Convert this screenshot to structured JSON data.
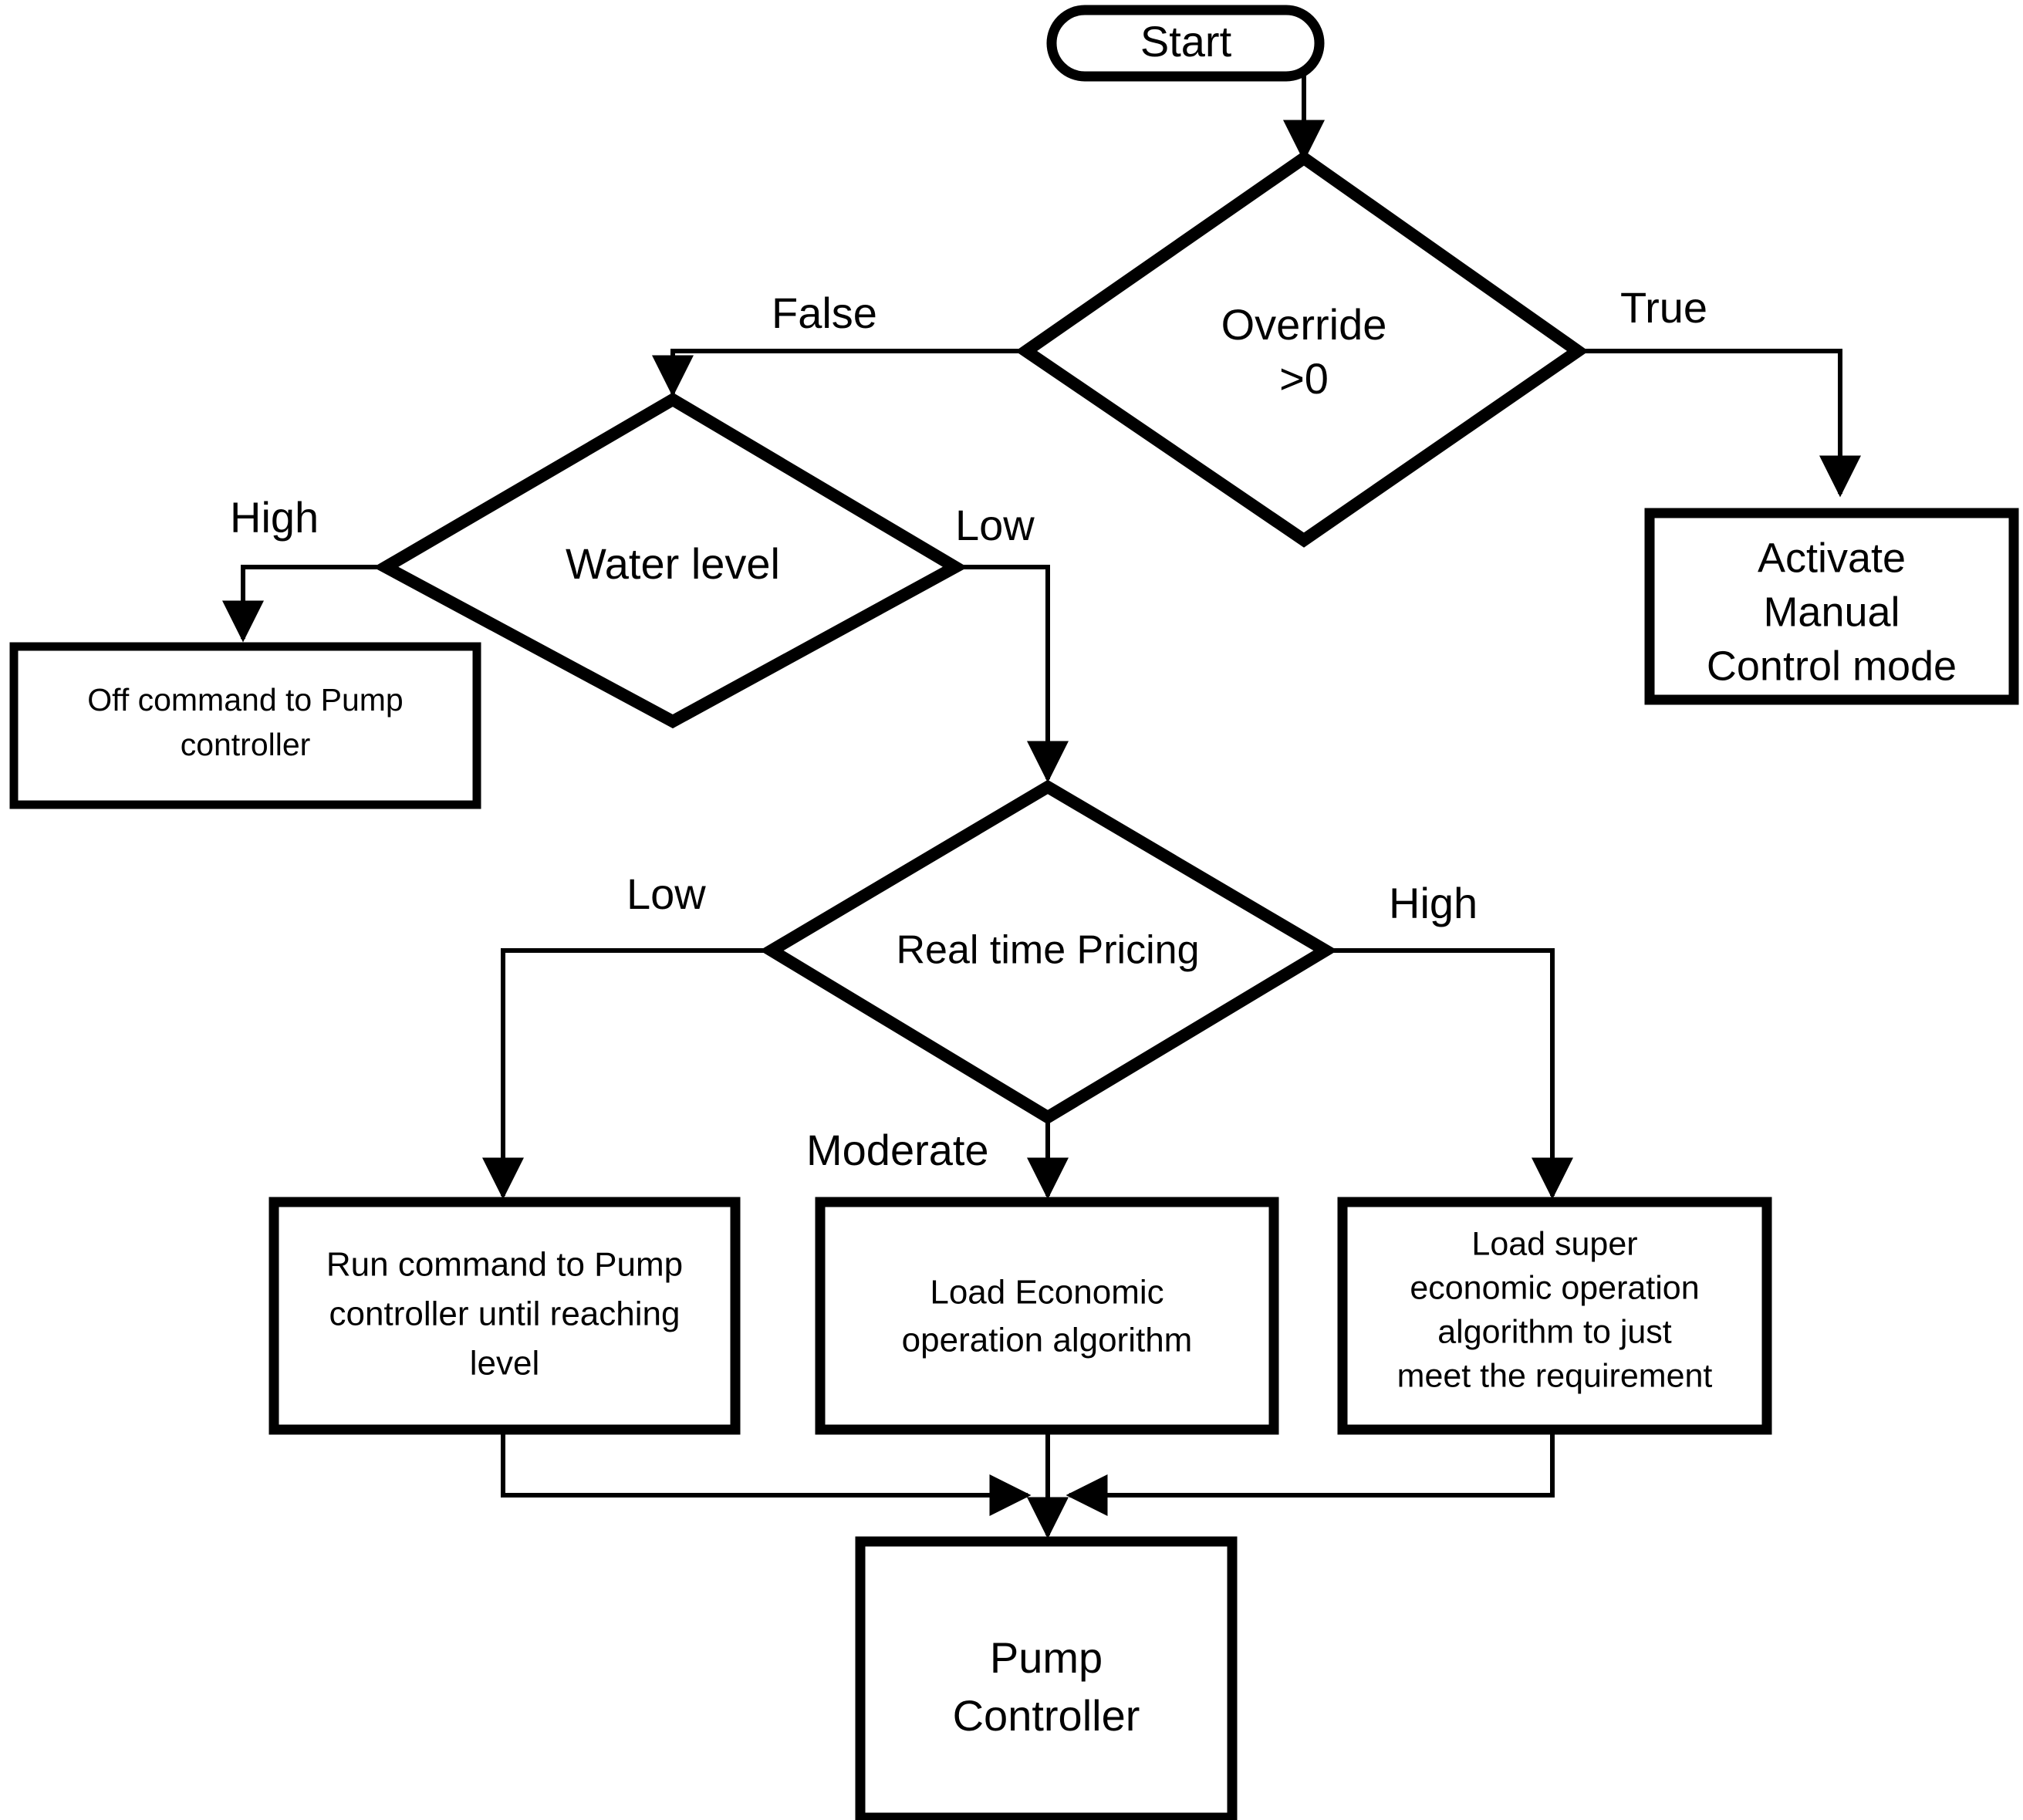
{
  "diagram": {
    "title": "Pump control decision flowchart",
    "colors": {
      "stroke": "#000000",
      "fill": "#ffffff",
      "text": "#000000"
    },
    "nodes": {
      "start": {
        "label": "Start",
        "shape": "terminator"
      },
      "override": {
        "label_line1": "Override",
        "label_line2": ">0",
        "shape": "decision"
      },
      "manual": {
        "label_line1": "Activate",
        "label_line2": "Manual",
        "label_line3": "Control mode",
        "shape": "process"
      },
      "waterlevel": {
        "label": "Water level",
        "shape": "decision"
      },
      "offcommand": {
        "label_line1": "Off command to Pump",
        "label_line2": "controller",
        "shape": "process"
      },
      "pricing": {
        "label": "Real time Pricing",
        "shape": "decision"
      },
      "runcommand": {
        "label_line1": "Run command to Pump",
        "label_line2": "controller until reaching",
        "label_line3": "level",
        "shape": "process"
      },
      "economic": {
        "label_line1": "Load Economic",
        "label_line2": "operation algorithm",
        "shape": "process"
      },
      "supereconomic": {
        "label_line1": "Load super",
        "label_line2": "economic operation",
        "label_line3": "algorithm to just",
        "label_line4": "meet the requirement",
        "shape": "process"
      },
      "pumpcontroller": {
        "label_line1": "Pump",
        "label_line2": "Controller",
        "shape": "process"
      }
    },
    "edge_labels": {
      "override_false": "False",
      "override_true": "True",
      "waterlevel_high": "High",
      "waterlevel_low": "Low",
      "pricing_low": "Low",
      "pricing_moderate": "Moderate",
      "pricing_high": "High"
    }
  }
}
